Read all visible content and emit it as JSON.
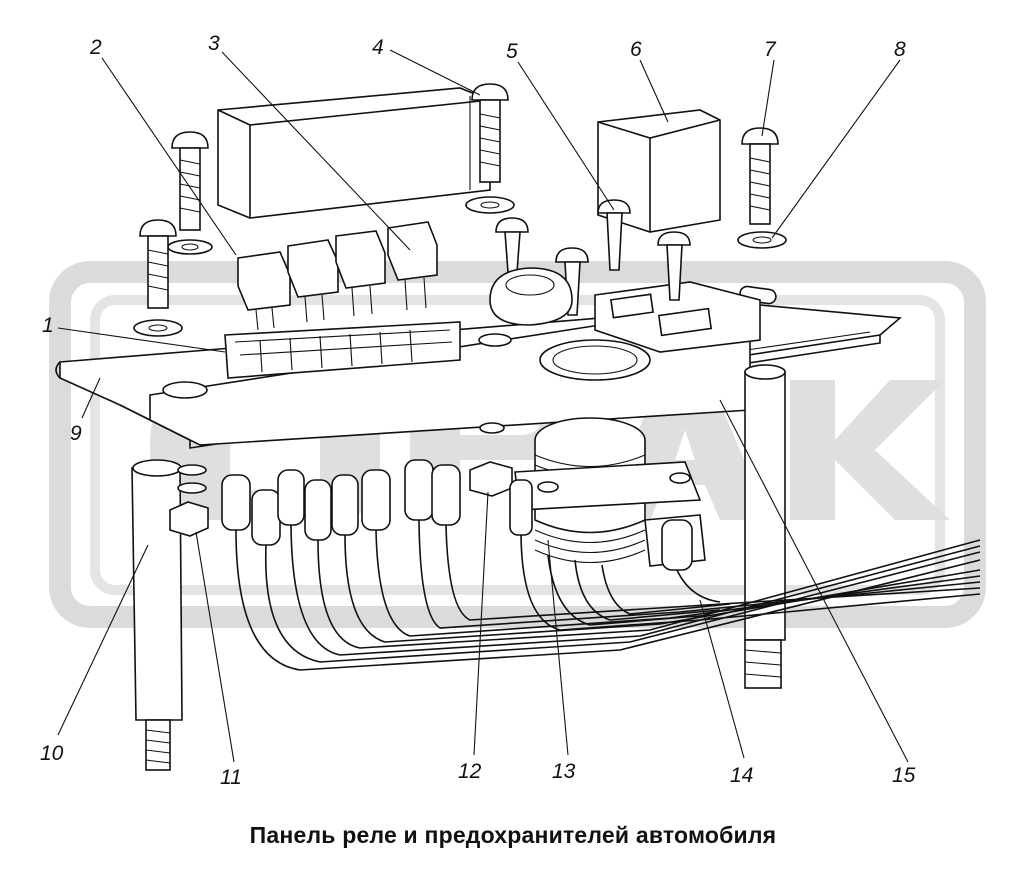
{
  "caption": "Панель реле и предохранителей автомобиля",
  "watermark": "",
  "callouts": [
    {
      "id": "1",
      "label": "1"
    },
    {
      "id": "2",
      "label": "2"
    },
    {
      "id": "3",
      "label": "3"
    },
    {
      "id": "4",
      "label": "4"
    },
    {
      "id": "5",
      "label": "5"
    },
    {
      "id": "6",
      "label": "6"
    },
    {
      "id": "7",
      "label": "7"
    },
    {
      "id": "8",
      "label": "8"
    },
    {
      "id": "9",
      "label": "9"
    },
    {
      "id": "10",
      "label": "10"
    },
    {
      "id": "11",
      "label": "11"
    },
    {
      "id": "12",
      "label": "12"
    },
    {
      "id": "13",
      "label": "13"
    },
    {
      "id": "14",
      "label": "14"
    },
    {
      "id": "15",
      "label": "15"
    }
  ],
  "colors": {
    "line": "#111111",
    "watermark": "#d9d9d9",
    "background": "#ffffff"
  }
}
